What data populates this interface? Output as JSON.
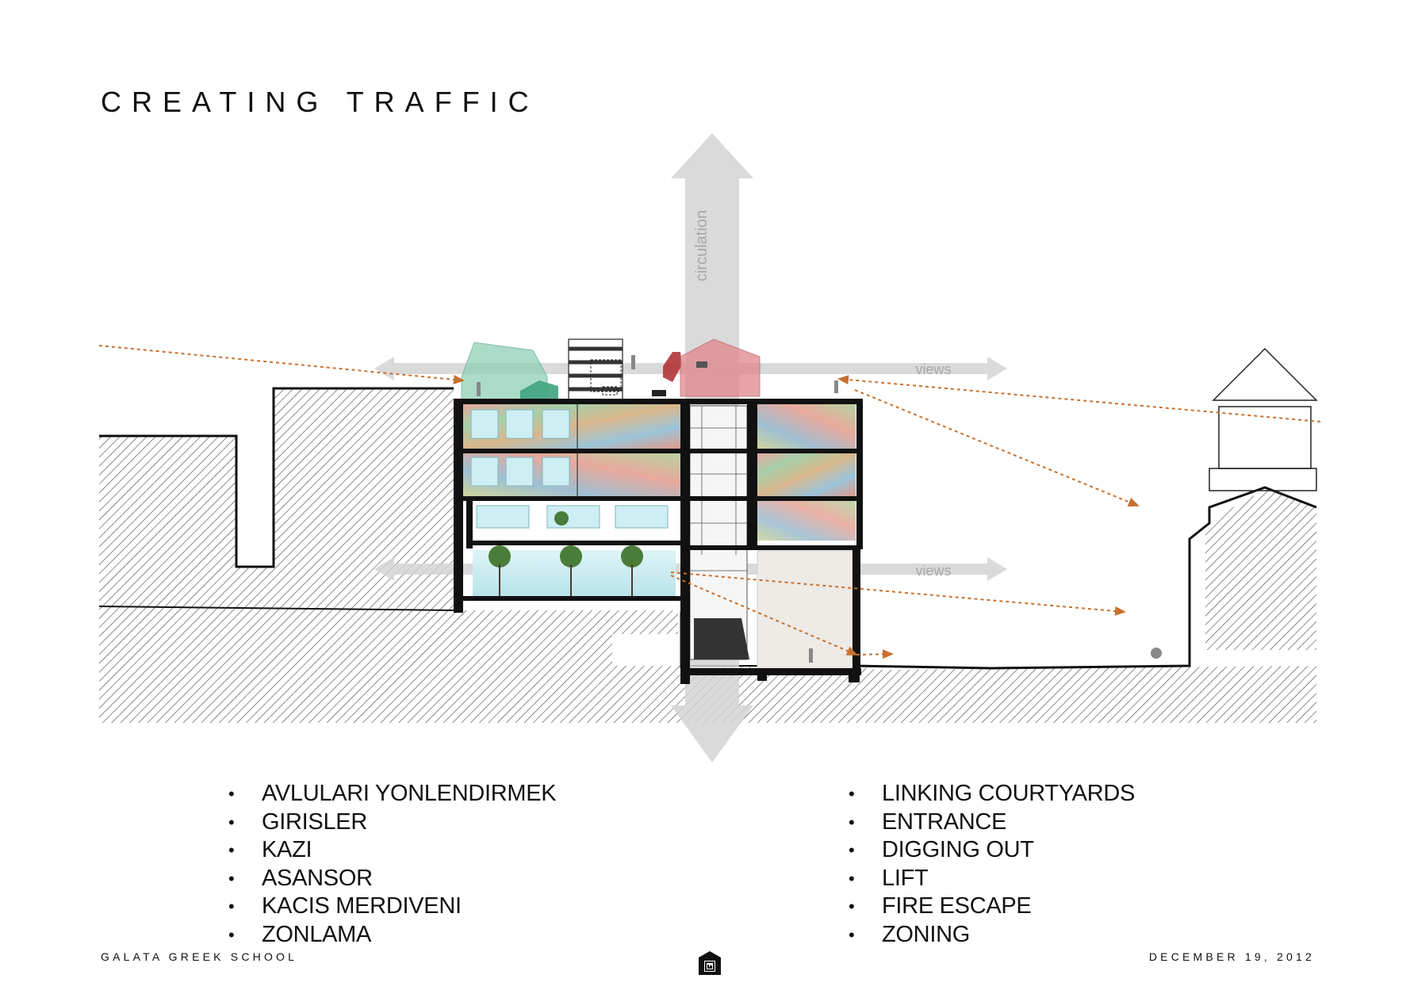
{
  "title": "CREATING TRAFFIC",
  "diagram": {
    "labels": {
      "circulation": "circulation",
      "views_upper": "views",
      "views_lower": "views"
    },
    "colors": {
      "sightline": "#c8702e",
      "arrow": "#d4d4d4",
      "hatch": "#333333",
      "green_roof": "#8fd0b8",
      "red_roof": "#c0393e",
      "glass": "#cdeef2"
    }
  },
  "lists": {
    "turkish": [
      "AVLULARI YONLENDIRMEK",
      "GIRISLER",
      "KAZI",
      "ASANSOR",
      "KACIS MERDIVENI",
      "ZONLAMA"
    ],
    "english": [
      "LINKING COURTYARDS",
      "ENTRANCE",
      "DIGGING OUT",
      "LIFT",
      "FIRE ESCAPE",
      "ZONING"
    ]
  },
  "footer": {
    "left": "GALATA GREEK SCHOOL",
    "right": "DECEMBER 19, 2012",
    "logo_icon": "school-logo-icon"
  }
}
